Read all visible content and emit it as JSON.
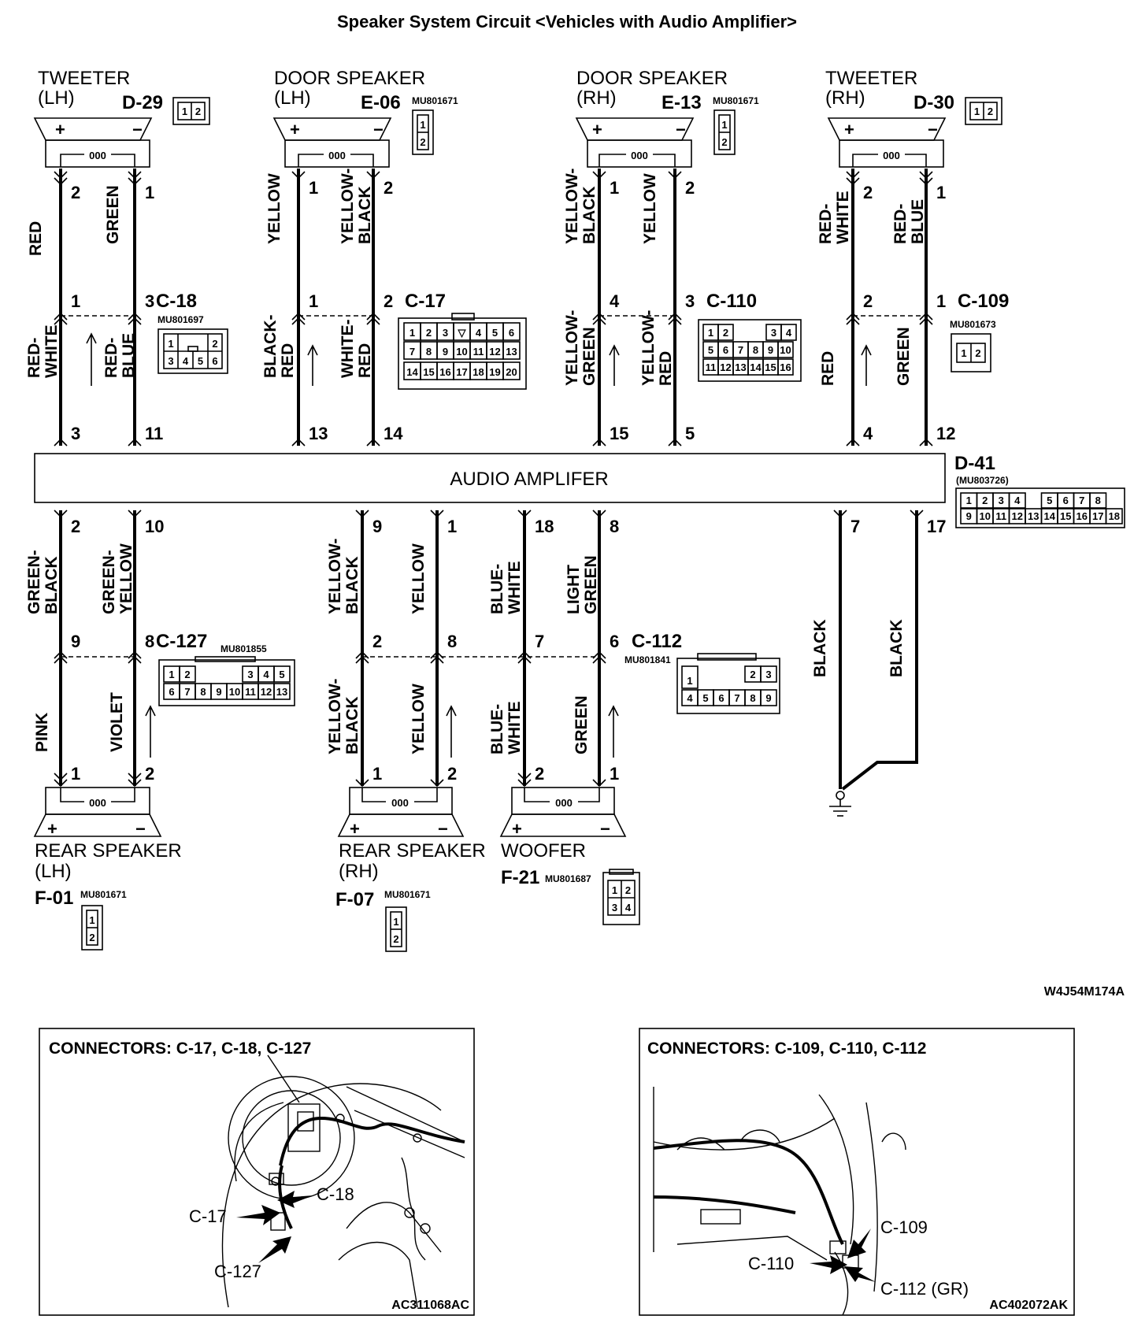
{
  "title": "Speaker System Circuit <Vehicles with Audio Amplifier>",
  "figure_code": "W4J54M174A",
  "amplifier": {
    "label": "AUDIO AMPLIFER",
    "connector": "D-41",
    "part": "(MU803726)",
    "row1": [
      "1",
      "2",
      "3",
      "4",
      "",
      "5",
      "6",
      "7",
      "8"
    ],
    "row2": [
      "9",
      "10",
      "11",
      "12",
      "13",
      "14",
      "15",
      "16",
      "17",
      "18"
    ]
  },
  "speakers": {
    "tweeter_lh": {
      "name": "TWEETER",
      "side": "(LH)",
      "connector": "D-29",
      "part": ""
    },
    "door_lh": {
      "name": "DOOR SPEAKER",
      "side": "(LH)",
      "connector": "E-06",
      "part": "MU801671"
    },
    "door_rh": {
      "name": "DOOR SPEAKER",
      "side": "(RH)",
      "connector": "E-13",
      "part": "MU801671"
    },
    "tweeter_rh": {
      "name": "TWEETER",
      "side": "(RH)",
      "connector": "D-30",
      "part": ""
    },
    "rear_lh": {
      "name": "REAR SPEAKER",
      "side": "(LH)",
      "connector": "F-01",
      "part": "MU801671"
    },
    "rear_rh": {
      "name": "REAR SPEAKER",
      "side": "(RH)",
      "connector": "F-07",
      "part": "MU801671"
    },
    "woofer": {
      "name": "WOOFER",
      "connector": "F-21",
      "part": "MU801687"
    }
  },
  "terminals": {
    "plus": "+",
    "minus": "−",
    "coil": "000"
  },
  "pins": {
    "tw_lh_top": [
      "2",
      "1"
    ],
    "tw_lh_mid": [
      "1",
      "3"
    ],
    "tw_lh_amp": [
      "3",
      "11"
    ],
    "dr_lh_top": [
      "1",
      "2"
    ],
    "dr_lh_mid": [
      "1",
      "2"
    ],
    "dr_lh_amp": [
      "13",
      "14"
    ],
    "dr_rh_top": [
      "1",
      "2"
    ],
    "dr_rh_mid": [
      "4",
      "3"
    ],
    "dr_rh_amp": [
      "15",
      "5"
    ],
    "tw_rh_top": [
      "2",
      "1"
    ],
    "tw_rh_mid": [
      "2",
      "1"
    ],
    "tw_rh_amp": [
      "4",
      "12"
    ],
    "rl_amp": [
      "2",
      "10"
    ],
    "rl_mid": [
      "9",
      "8"
    ],
    "rl_bot": [
      "1",
      "2"
    ],
    "rr_amp": [
      "9",
      "1"
    ],
    "rr_mid": [
      "2",
      "8"
    ],
    "rr_bot": [
      "1",
      "2"
    ],
    "wf_amp": [
      "18",
      "8"
    ],
    "wf_mid": [
      "7",
      "6"
    ],
    "wf_bot": [
      "2",
      "1"
    ],
    "gnd": [
      "7",
      "17"
    ],
    "two": [
      "1",
      "2"
    ]
  },
  "mid_connectors": {
    "c18": {
      "id": "C-18",
      "part": "MU801697",
      "row1": [
        "1",
        "",
        "2"
      ],
      "row2": [
        "3",
        "4",
        "5",
        "6"
      ]
    },
    "c17": {
      "id": "C-17",
      "row1": [
        "1",
        "2",
        "3",
        "▽",
        "4",
        "5",
        "6"
      ],
      "row2": [
        "7",
        "8",
        "9",
        "10",
        "11",
        "12",
        "13"
      ],
      "row3": [
        "14",
        "15",
        "16",
        "17",
        "18",
        "19",
        "20"
      ]
    },
    "c110": {
      "id": "C-110",
      "row1": [
        "1",
        "2",
        "3",
        "4"
      ],
      "row2": [
        "5",
        "6",
        "7",
        "8",
        "9",
        "10"
      ],
      "row3": [
        "11",
        "12",
        "13",
        "14",
        "15",
        "16"
      ]
    },
    "c109": {
      "id": "C-109",
      "part": "MU801673",
      "cells": [
        "1",
        "2"
      ]
    },
    "c127": {
      "id": "C-127",
      "part": "MU801855",
      "row1": [
        "1",
        "2",
        "3",
        "4",
        "5"
      ],
      "row2": [
        "6",
        "7",
        "8",
        "9",
        "10",
        "11",
        "12",
        "13"
      ]
    },
    "c112": {
      "id": "C-112",
      "part": "MU801841",
      "row1": [
        "1",
        "2",
        "3"
      ],
      "row2": [
        "4",
        "5",
        "6",
        "7",
        "8",
        "9"
      ]
    },
    "woofer_cells": [
      "1",
      "2",
      "3",
      "4"
    ]
  },
  "wires": {
    "tw_lh_up": [
      "RED",
      "GREEN"
    ],
    "tw_lh_down": [
      "RED-\nWHITE",
      "RED-\nBLUE"
    ],
    "dr_lh_up": [
      "YELLOW",
      "YELLOW-\nBLACK"
    ],
    "dr_lh_down": [
      "BLACK-\nRED",
      "WHITE-\nRED"
    ],
    "dr_rh_up": [
      "YELLOW-\nBLACK",
      "YELLOW"
    ],
    "dr_rh_down": [
      "YELLOW-\nGREEN",
      "YELLOW-\nRED"
    ],
    "tw_rh_up": [
      "RED-\nWHITE",
      "RED-\nBLUE"
    ],
    "tw_rh_down": [
      "RED",
      "GREEN"
    ],
    "rl_up": [
      "GREEN-\nBLACK",
      "GREEN-\nYELLOW"
    ],
    "rl_down": [
      "PINK",
      "VIOLET"
    ],
    "rr_up": [
      "YELLOW-\nBLACK",
      "YELLOW"
    ],
    "rr_down": [
      "YELLOW-\nBLACK",
      "YELLOW"
    ],
    "wf_up": [
      "BLUE-\nWHITE",
      "LIGHT\nGREEN"
    ],
    "wf_down": [
      "BLUE-\nWHITE",
      "GREEN"
    ],
    "gnd": [
      "BLACK",
      "BLACK"
    ]
  },
  "locations": [
    {
      "title": "CONNECTORS: C-17, C-18, C-127",
      "callouts": [
        "C-17",
        "C-18",
        "C-127"
      ],
      "code": "AC311068AC"
    },
    {
      "title": "CONNECTORS: C-109, C-110, C-112",
      "callouts": [
        "C-109",
        "C-110",
        "C-112 (GR)"
      ],
      "code": "AC402072AK"
    }
  ]
}
